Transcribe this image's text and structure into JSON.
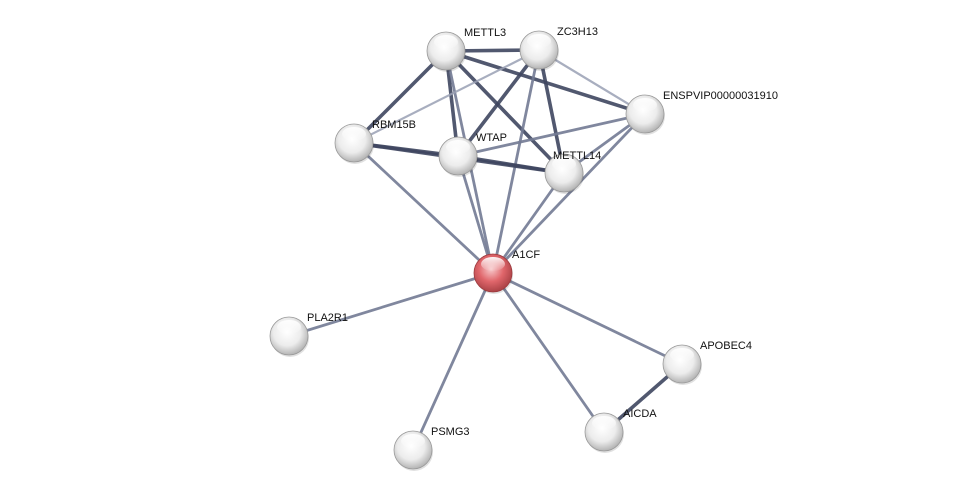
{
  "network": {
    "colors": {
      "background": "#ffffff",
      "query_node": "#e0666b",
      "partner_node": "#e6e6e6",
      "edge_strong": "#3f4660",
      "edge_weak": "#9aa0b4"
    },
    "query_node": "A1CF",
    "nodes": [
      {
        "id": "METTL3",
        "label": "METTL3"
      },
      {
        "id": "ZC3H13",
        "label": "ZC3H13"
      },
      {
        "id": "ENSPVIP00000031910",
        "label": "ENSPVIP00000031910"
      },
      {
        "id": "RBM15B",
        "label": "RBM15B"
      },
      {
        "id": "WTAP",
        "label": "WTAP"
      },
      {
        "id": "METTL14",
        "label": "METTL14"
      },
      {
        "id": "A1CF",
        "label": "A1CF"
      },
      {
        "id": "PLA2R1",
        "label": "PLA2R1"
      },
      {
        "id": "APOBEC4",
        "label": "APOBEC4"
      },
      {
        "id": "AICDA",
        "label": "AICDA"
      },
      {
        "id": "PSMG3",
        "label": "PSMG3"
      }
    ],
    "edges": [
      {
        "source": "METTL3",
        "target": "ZC3H13",
        "strength": "strong"
      },
      {
        "source": "METTL3",
        "target": "RBM15B",
        "strength": "strong"
      },
      {
        "source": "METTL3",
        "target": "WTAP",
        "strength": "strong"
      },
      {
        "source": "METTL3",
        "target": "METTL14",
        "strength": "strong"
      },
      {
        "source": "METTL3",
        "target": "ENSPVIP00000031910",
        "strength": "strong"
      },
      {
        "source": "METTL3",
        "target": "A1CF",
        "strength": "medium"
      },
      {
        "source": "ZC3H13",
        "target": "WTAP",
        "strength": "strong"
      },
      {
        "source": "ZC3H13",
        "target": "METTL14",
        "strength": "strong"
      },
      {
        "source": "ZC3H13",
        "target": "RBM15B",
        "strength": "weak"
      },
      {
        "source": "ZC3H13",
        "target": "ENSPVIP00000031910",
        "strength": "weak"
      },
      {
        "source": "ZC3H13",
        "target": "A1CF",
        "strength": "medium"
      },
      {
        "source": "RBM15B",
        "target": "WTAP",
        "strength": "strong"
      },
      {
        "source": "RBM15B",
        "target": "METTL14",
        "strength": "strong"
      },
      {
        "source": "RBM15B",
        "target": "A1CF",
        "strength": "medium"
      },
      {
        "source": "WTAP",
        "target": "METTL14",
        "strength": "strong"
      },
      {
        "source": "WTAP",
        "target": "ENSPVIP00000031910",
        "strength": "medium"
      },
      {
        "source": "WTAP",
        "target": "A1CF",
        "strength": "medium"
      },
      {
        "source": "METTL14",
        "target": "ENSPVIP00000031910",
        "strength": "medium"
      },
      {
        "source": "METTL14",
        "target": "A1CF",
        "strength": "medium"
      },
      {
        "source": "ENSPVIP00000031910",
        "target": "A1CF",
        "strength": "medium"
      },
      {
        "source": "A1CF",
        "target": "PLA2R1",
        "strength": "medium"
      },
      {
        "source": "A1CF",
        "target": "APOBEC4",
        "strength": "medium"
      },
      {
        "source": "A1CF",
        "target": "AICDA",
        "strength": "medium"
      },
      {
        "source": "A1CF",
        "target": "PSMG3",
        "strength": "medium"
      },
      {
        "source": "APOBEC4",
        "target": "AICDA",
        "strength": "strong"
      }
    ]
  }
}
